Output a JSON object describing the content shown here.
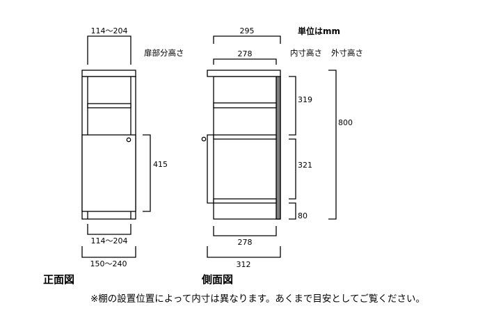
{
  "unit_label": "単位はmm",
  "front": {
    "title": "正面図",
    "top_inner_width": "114～204",
    "door_height_label": "扉部分高さ",
    "door_height": "415",
    "bottom_inner_width": "114～204",
    "outer_width": "150～240"
  },
  "side": {
    "title": "側面図",
    "top_width": "295",
    "inner_depth_top": "278",
    "inner_height_label": "内寸高さ",
    "outer_height_label": "外寸高さ",
    "upper_inner_height": "319",
    "lower_inner_height": "321",
    "plinth_height": "80",
    "outer_height": "800",
    "inner_depth_bottom": "278",
    "outer_depth": "312"
  },
  "note": "※棚の設置位置によって内寸は異なります。あくまで目安としてご覧ください。",
  "colors": {
    "line": "#000000",
    "back_panel": "#808080"
  }
}
